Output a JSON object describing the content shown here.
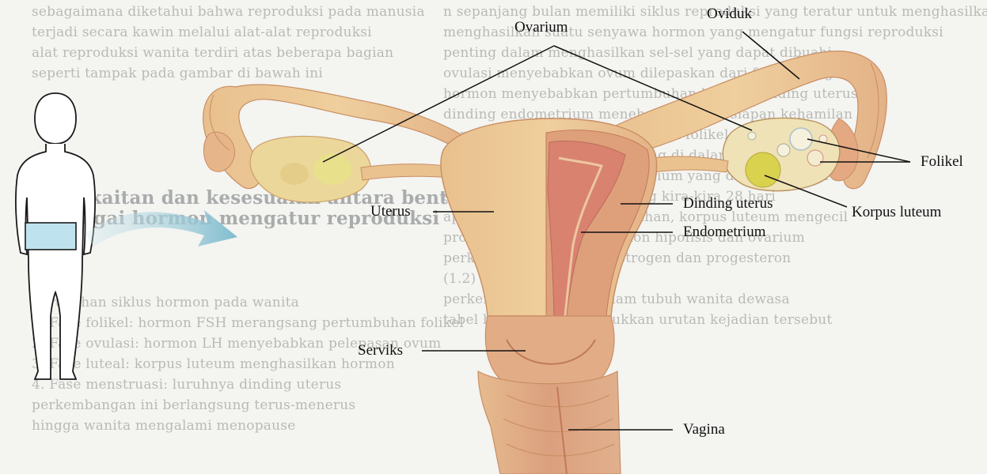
{
  "labels": {
    "ovarium": "Ovarium",
    "oviduk": "Oviduk",
    "folikel": "Folikel",
    "korpus_luteum": "Korpus luteum",
    "dinding_uterus": "Dinding uterus",
    "endometrium": "Endometrium",
    "uterus": "Uterus",
    "serviks": "Serviks",
    "vagina": "Vagina"
  },
  "colors": {
    "tissue": "#e9c28f",
    "tissue_dark": "#cf8f63",
    "inner": "#d98a73",
    "ovary": "#ecdc8c",
    "corpus": "#d8d24e",
    "highlight_box": "#bfe3ee",
    "arrow": "#8fc3d2"
  }
}
